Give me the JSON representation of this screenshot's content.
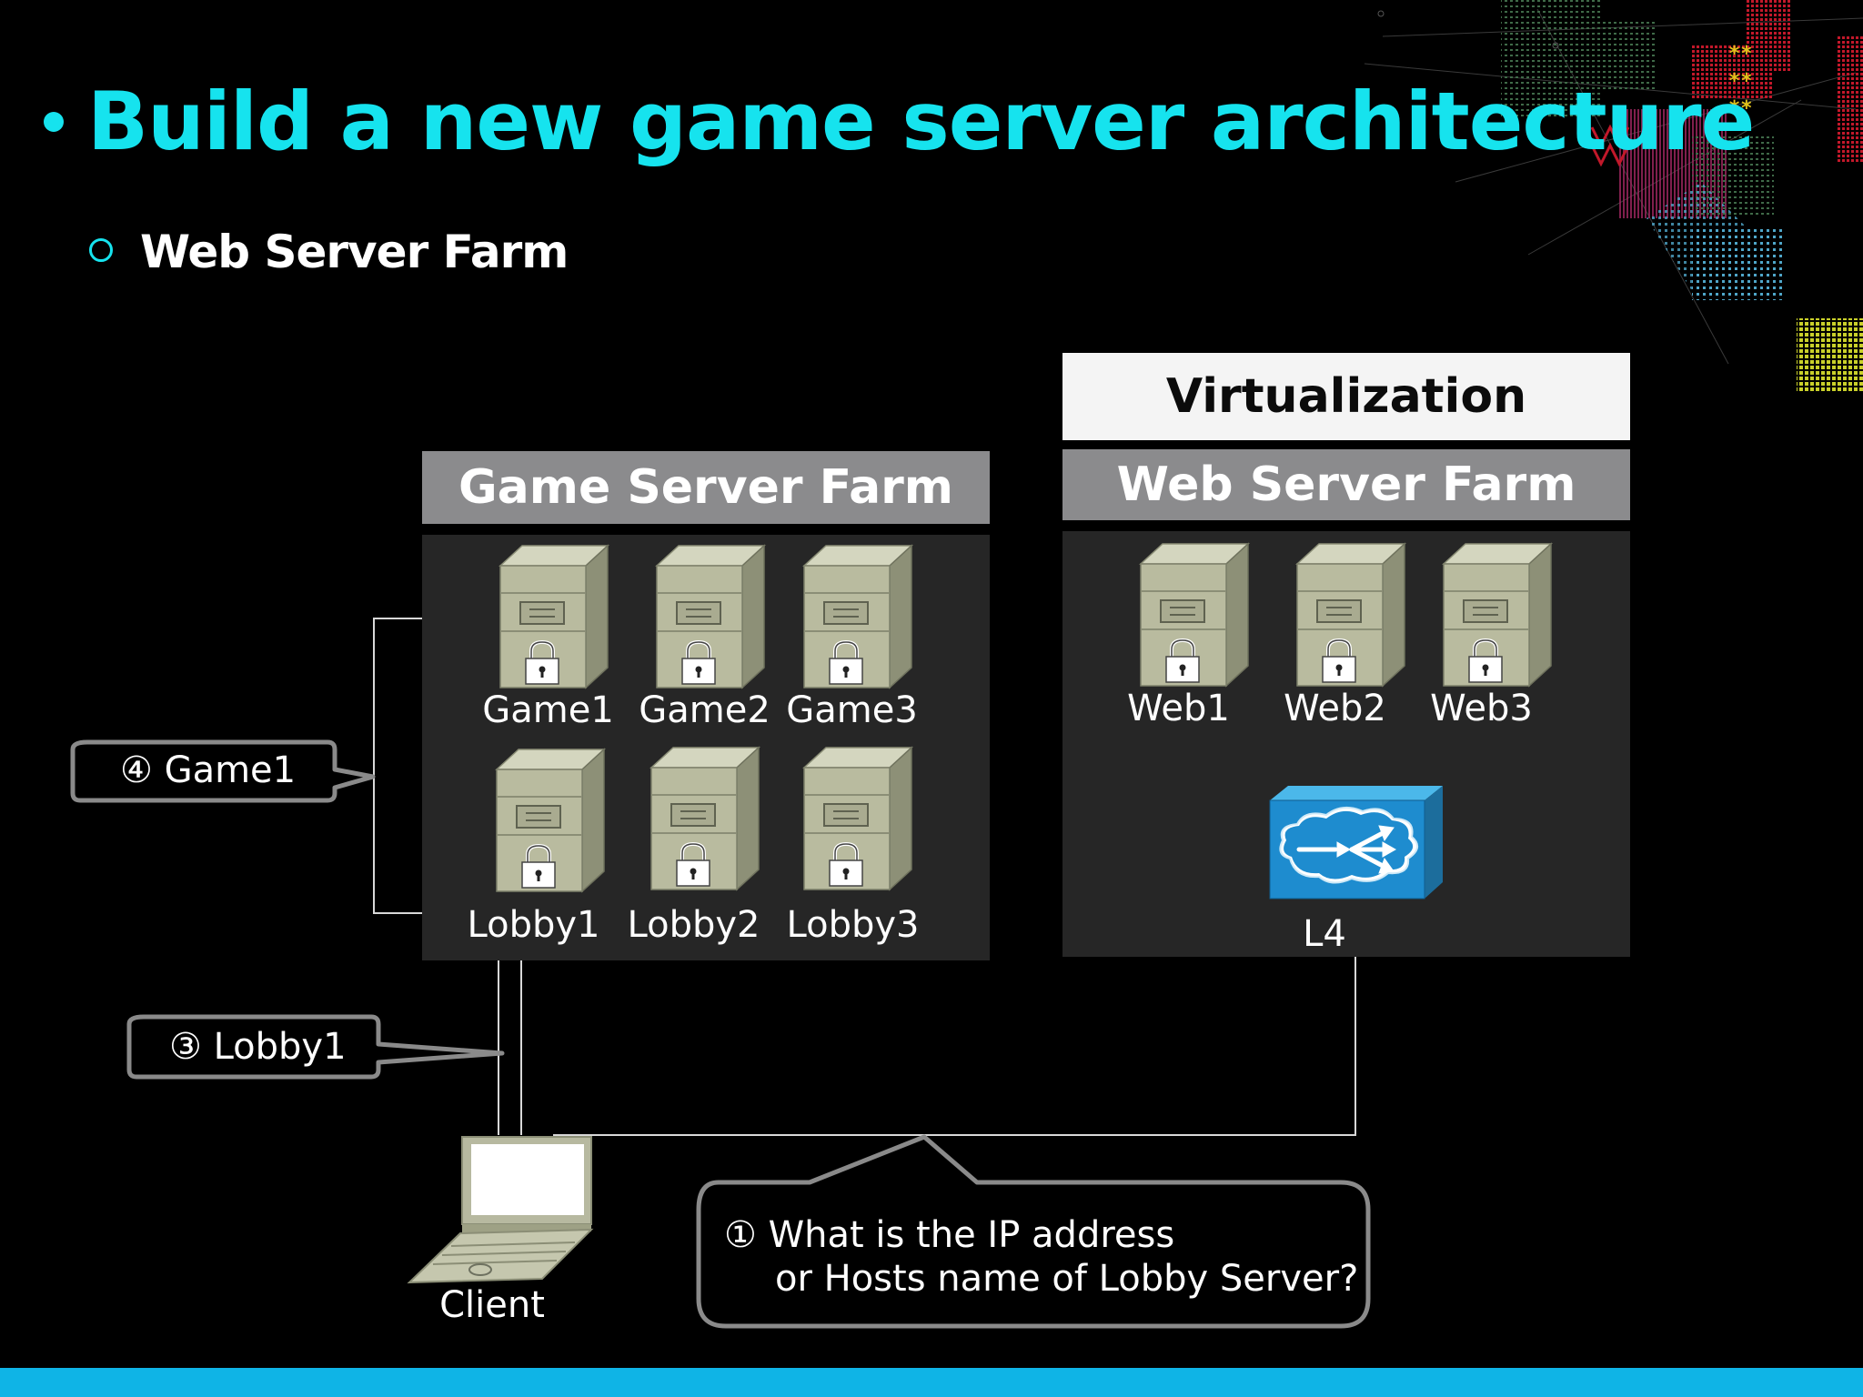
{
  "slide": {
    "title": "Build a new game server architecture",
    "subtitle": "Web Server Farm",
    "accent_color": "#16e3ee",
    "bottom_bar_color": "#0fb4e6"
  },
  "diagram": {
    "virtualization_label": "Virtualization",
    "game_farm": {
      "title": "Game Server Farm",
      "servers": [
        "Game1",
        "Game2",
        "Game3",
        "Lobby1",
        "Lobby2",
        "Lobby3"
      ]
    },
    "web_farm": {
      "title": "Web Server Farm",
      "servers": [
        "Web1",
        "Web2",
        "Web3"
      ],
      "balancer": "L4"
    },
    "client_label": "Client",
    "callouts": {
      "step1_line1": "① What is the IP address",
      "step1_line2": "or Hosts name of Lobby Server?",
      "step3": "③ Lobby1",
      "step4": "④ Game1"
    },
    "icons": [
      "server-icon",
      "lock-icon",
      "laptop-icon",
      "router-icon"
    ]
  }
}
